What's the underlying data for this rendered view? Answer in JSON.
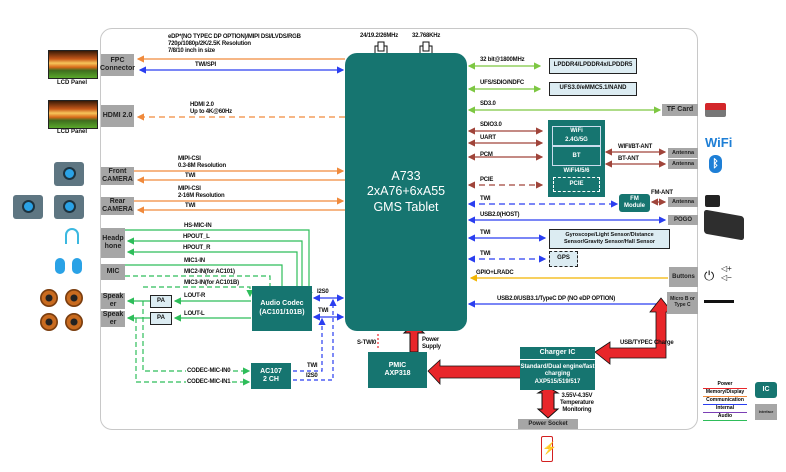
{
  "soc": {
    "line1": "A733",
    "line2": "2xA76+6xA55",
    "line3": "GMS Tablet"
  },
  "crystals": {
    "main": "24/19.2/26MHz",
    "rtc": "32.768KHz"
  },
  "left_devices": {
    "lcd1_caption": "LCD Panel",
    "lcd2_caption": "LCD Panel"
  },
  "left_boxes": {
    "fpc_line1": "FPC",
    "fpc_line2": "Connector",
    "hdmi": "HDMI 2.0",
    "front_cam_line1": "Front",
    "front_cam_line2": "CAMERA",
    "rear_cam_line1": "Rear",
    "rear_cam_line2": "CAMERA",
    "headphone_line1": "Headp",
    "headphone_line2": "hone",
    "mic": "MIC",
    "speaker1_line1": "Speak",
    "speaker1_line2": "er",
    "speaker2_line1": "Speak",
    "speaker2_line2": "er"
  },
  "left_signals": {
    "display_l1": "eDP*(NO TYPEC DP OPTION)/MIPI DSI/LVDS/RGB",
    "display_l2": "720p/1080p/2K/2.5K Resolution",
    "display_l3": "7/8/10 inch in size",
    "twi_spi": "TWI/SPI",
    "hdmi_l1": "HDMI 2.0",
    "hdmi_l2": "Up to 4K@60Hz",
    "front_mipi_l1": "MIPI-CSI",
    "front_mipi_l2": "0.3-8M Resolution",
    "front_twi": "TWI",
    "rear_mipi_l1": "MIPI-CSI",
    "rear_mipi_l2": "2-16M Resolution",
    "rear_twi": "TWI",
    "hs_mic_in": "HS-MIC-IN",
    "hpout_l": "HPOUT_L",
    "hpout_r": "HPOUT_R",
    "mic1_in": "MIC1-IN",
    "mic2_in": "MIC2-IN(for AC101)",
    "mic3_in": "MIC3-IN(for AC101B)",
    "lout_r": "LOUT-R",
    "lout_l": "LOUT-L",
    "codec_mic_in0": "CODEC-MIC-IN0",
    "codec_mic_in1": "CODEC-MIC-IN1"
  },
  "audio": {
    "pa1": "PA",
    "pa2": "PA",
    "codec_l1": "Audio Codec",
    "codec_l2": "(AC101/101B)",
    "ac107_l1": "AC107",
    "ac107_l2": "2 CH",
    "i2s0_top": "I2S0",
    "twi_top": "TWI",
    "twi_bottom": "TWI",
    "i2s0_bottom": "I2S0"
  },
  "power": {
    "s_twi0": "S-TWI0",
    "power_supply_l1": "Power",
    "power_supply_l2": "Supply",
    "pmic_l1": "PMIC",
    "pmic_l2": "AXP318",
    "charger_title": "Charger IC",
    "charger_l1": "Standard/Dual engine/fast",
    "charger_l2": "charging",
    "charger_l3": "AXP515/519/517",
    "usb_charge": "USB/TYPEC Charge",
    "voltage_l1": "3.55V-4.35V",
    "voltage_l2": "Temperature",
    "voltage_l3": "Monitoring",
    "power_socket": "Power Socket"
  },
  "right_signals": {
    "ddr": "32 bit@1800MHz",
    "storage": "UFS/SDIO/NDFC",
    "sd": "SD3.0",
    "sdio": "SDIO3.0",
    "uart": "UART",
    "pcm": "PCM",
    "pcie": "PCIE",
    "twi_fm": "TWI",
    "usb_host": "USB2.0(HOST)",
    "twi_sensor": "TWI",
    "twi_gps": "TWI",
    "gpio": "GPIO+LRADC",
    "usb_otg": "USB2.0/USB3.1/TypeC DP  (NO eDP OPTION)",
    "wifi_bt_ant": "WIFI/BT-ANT",
    "bt_ant": "BT-ANT",
    "fm_ant": "FM-ANT"
  },
  "right_boxes": {
    "ddr": "LPDDR4/LPDDR4x/LPDDR5",
    "storage": "UFS3.0/eMMC5.1/NAND",
    "tf_card": "TF Card",
    "wifi_l1": "WiFi",
    "wifi_l2": "2.4G/5G",
    "bt": "BT",
    "wifi_std": "WiFi4/5/6",
    "pcie": "PCIE",
    "antenna1": "Antenna",
    "antenna2": "Antenna",
    "antenna3": "Antenna",
    "fm_l1": "FM",
    "fm_l2": "Module",
    "pogo": "POGO",
    "sensor_l1": "Gyroscope/Light Sensor/Distance",
    "sensor_l2": "Sensor/Gravity Sensor/Hall Sensor",
    "gps": "GPS",
    "buttons": "Buttons",
    "usb_l1": "Micro B or",
    "usb_l2": "Type C"
  },
  "right_icons": {
    "wifi_text": "WiFi"
  },
  "legend": {
    "items": [
      {
        "label": "Power",
        "color": "#e8262a"
      },
      {
        "label": "Memory/Display",
        "color": "#f08a3c"
      },
      {
        "label": "Communication",
        "color": "#2a3ef0"
      },
      {
        "label": "Internal",
        "color": "#7b3fb5"
      },
      {
        "label": "Audio",
        "color": "#2ebd5a"
      }
    ],
    "ic_label": "IC",
    "interface_label": "Interface"
  }
}
